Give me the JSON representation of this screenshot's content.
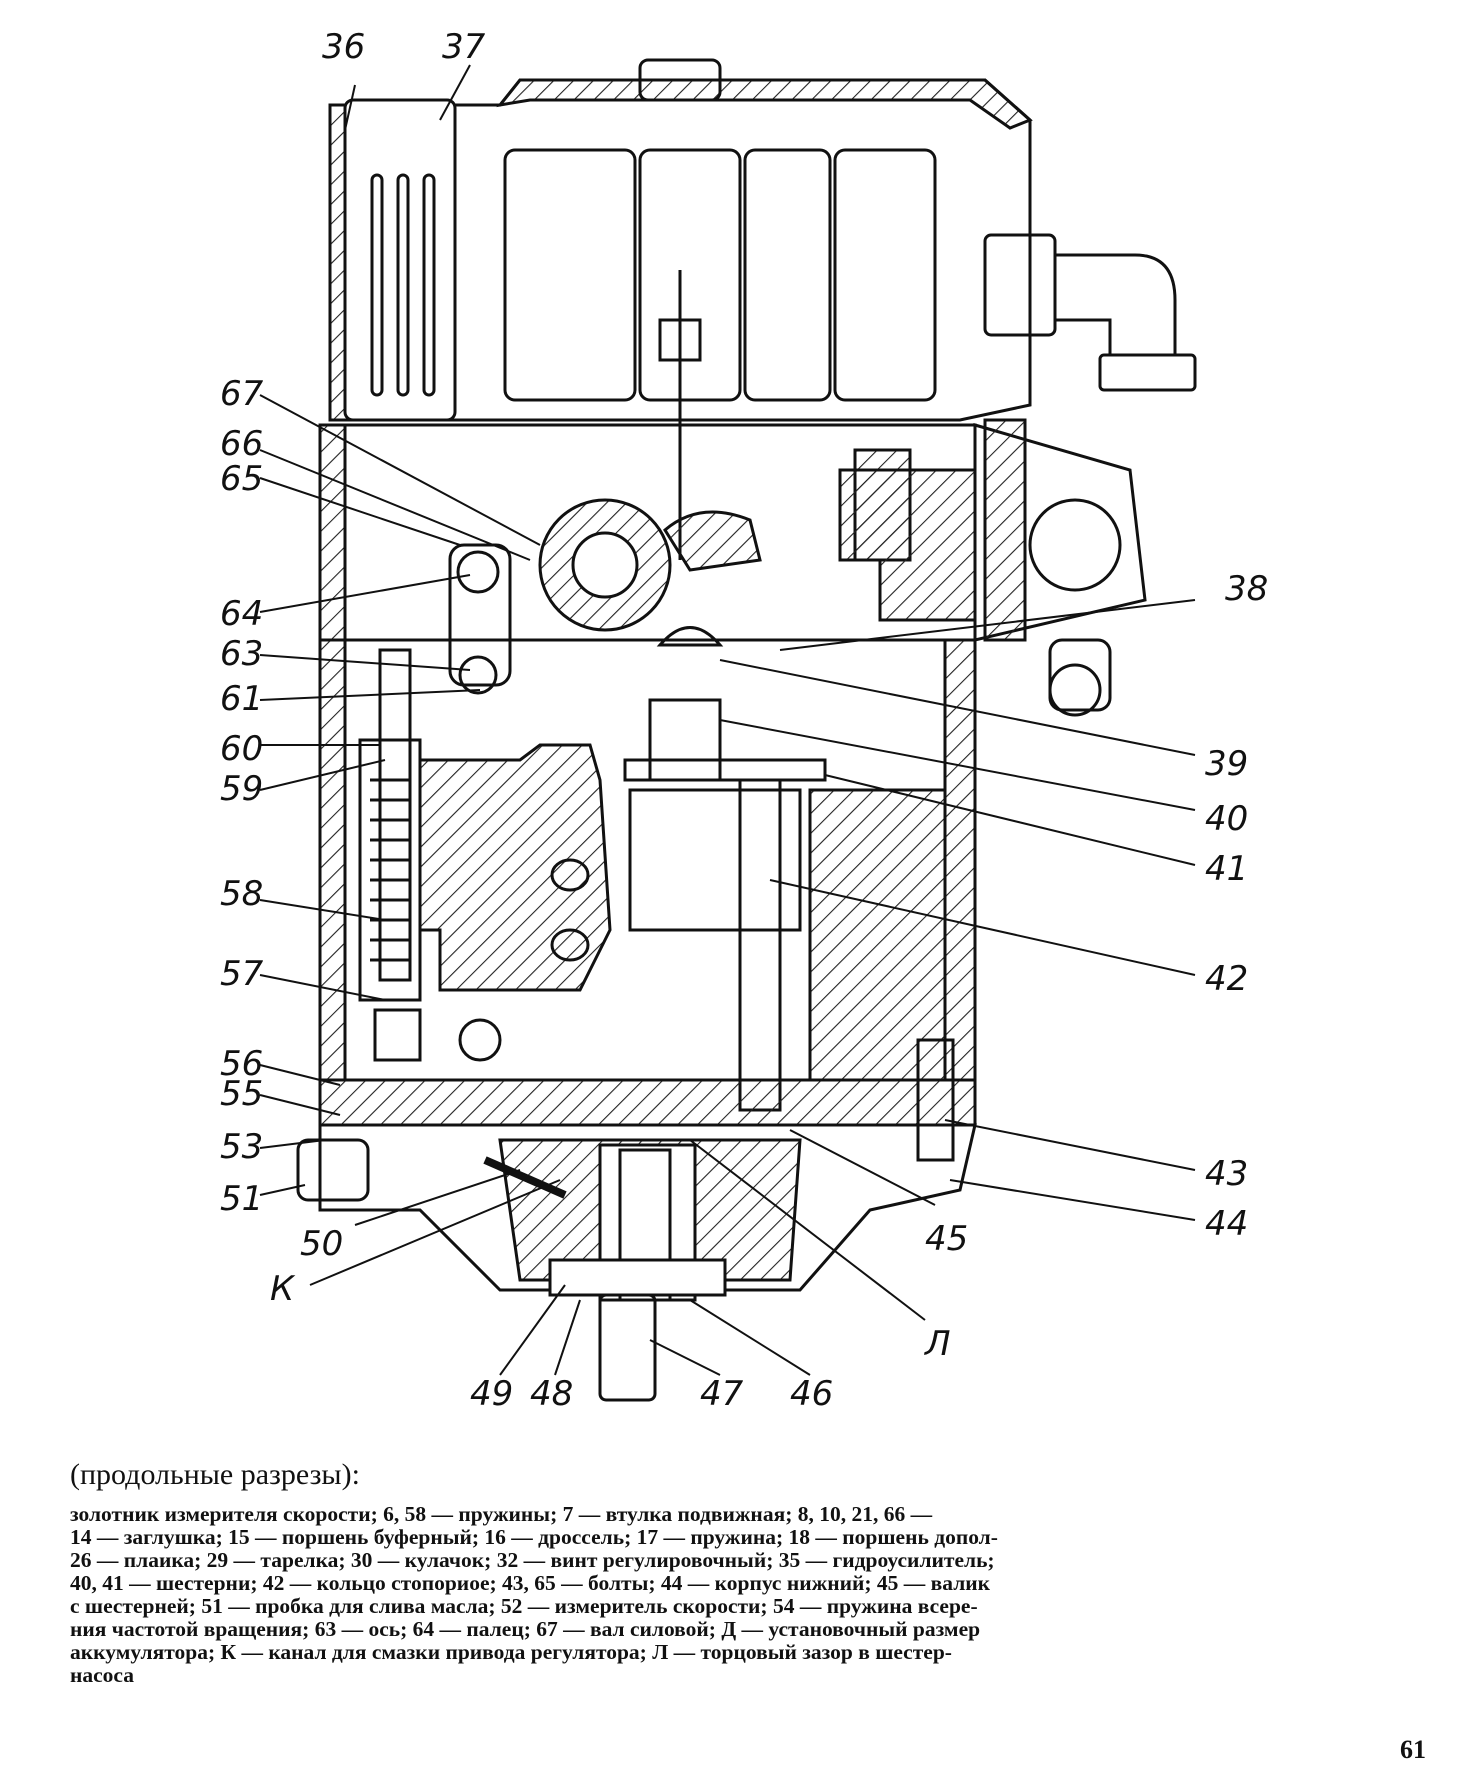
{
  "callouts": [
    "36",
    "37",
    "67",
    "66",
    "65",
    "64",
    "63",
    "61",
    "60",
    "59",
    "58",
    "57",
    "56",
    "55",
    "53",
    "51",
    "50",
    "К",
    "49",
    "48",
    "47",
    "46",
    "Л",
    "45",
    "44",
    "43",
    "42",
    "41",
    "40",
    "39",
    "38"
  ],
  "caption": {
    "heading": "(продольные разрезы):",
    "lines": [
      "золотник измерителя скорости; 6, 58 — пружины; 7 — втулка подвижная; 8, 10, 21, 66 —",
      "14 — заглушка; 15 — поршень буферный; 16 — дроссель; 17 — пружина; 18 — поршень допол-",
      "26 — плаика; 29 — тарелка; 30 — кулачок; 32 — винт регулировочный; 35 — гидроусилитель;",
      "40, 41 — шестерни; 42 — кольцо стопориое; 43, 65 — болты; 44 — корпус нижний; 45 — валик",
      "с шестерней; 51 — пробка для слива масла; 52 — измеритель скорости; 54 — пружина всере-",
      "ния частотой вращения; 63 — ось; 64 — палец; 67 — вал силовой; Д — установочный размер",
      "аккумулятора; К — канал для смазки привода регулятора; Л — торцовый зазор в шестер-",
      "насоса"
    ]
  },
  "page_number": "61"
}
